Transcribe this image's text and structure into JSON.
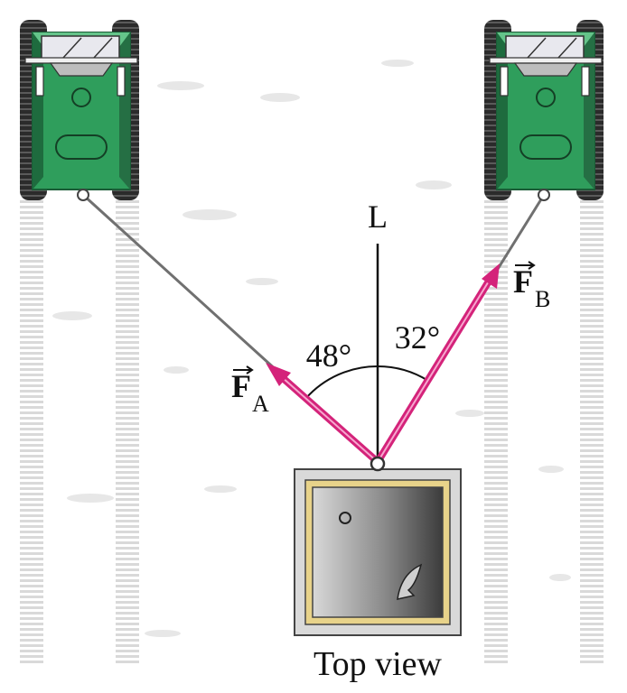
{
  "labels": {
    "line_label": "L",
    "angle_a": "48°",
    "angle_b": "32°",
    "force_a_symbol": "F",
    "force_a_subscript": "A",
    "force_b_symbol": "F",
    "force_b_subscript": "B",
    "caption": "Top view"
  },
  "colors": {
    "force_arrow": "#d4237a",
    "tractor_body": "#2f9e5c",
    "tractor_dark": "#1e6b3e",
    "tread": "#3a3a3a",
    "box_frame": "#e8d38a",
    "background": "#ffffff"
  },
  "angles_deg": {
    "a": 48,
    "b": 32
  }
}
